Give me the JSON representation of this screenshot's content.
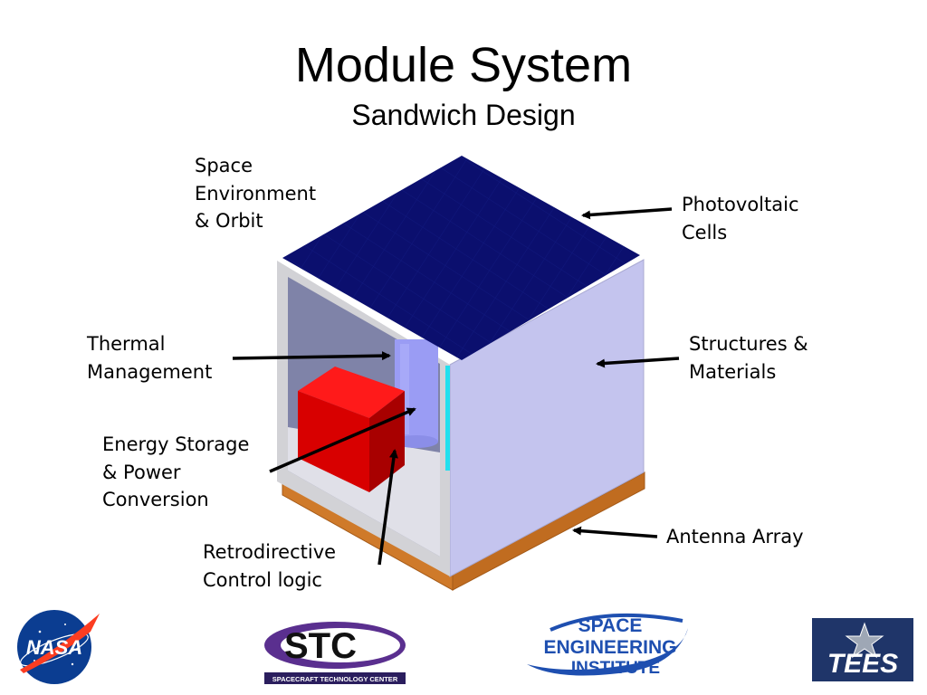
{
  "slide": {
    "title": "Module System",
    "subtitle": "Sandwich Design"
  },
  "labels": {
    "space_environment": [
      "Space",
      "Environment",
      "& Orbit"
    ],
    "photovoltaic": [
      "Photovoltaic",
      "Cells"
    ],
    "thermal": [
      "Thermal",
      "Management"
    ],
    "structures": [
      "Structures &",
      "Materials"
    ],
    "energy_storage": [
      "Energy Storage",
      "& Power",
      "Conversion"
    ],
    "antenna": [
      "Antenna Array"
    ],
    "retrodirective": [
      "Retrodirective",
      "Control logic"
    ]
  },
  "logos": {
    "nasa": "NASA",
    "stc": "STC",
    "stc_sub": "SPACECRAFT TECHNOLOGY CENTER",
    "sei": [
      "SPACE",
      "ENGINEERING",
      "INSTITUTE"
    ],
    "tees": "TEES"
  },
  "colors": {
    "solar_panel": "#0b0f6e",
    "side_panel": "#c4c4ee",
    "frame": "#d2d2d6",
    "interior": "#7f83a8",
    "floor": "#e0e0e8",
    "battery": "#e00000",
    "thermal_cylinder": "#9a9cf4",
    "antenna": "#cf7a2a",
    "nasa_blue": "#0b3d91",
    "nasa_red": "#fc3d21",
    "stc_purple": "#5a2f8f",
    "sei_blue": "#1e4fb0",
    "tees_navy": "#1f3569"
  }
}
